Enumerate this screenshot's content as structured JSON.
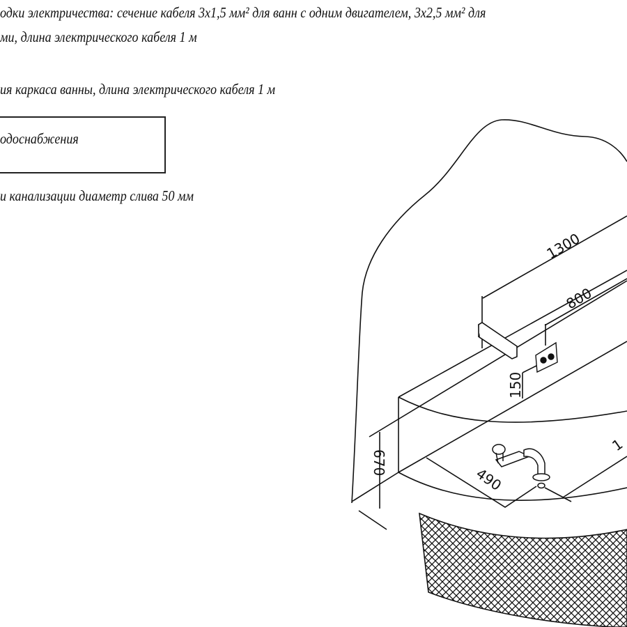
{
  "notes": {
    "line1": "одки электричества: сечение кабеля 3х1,5 мм² для ванн с одним двигателем, 3х2,5 мм² для",
    "line2": "ми, длина электрического кабеля 1 м",
    "line3": "ия каркаса ванны, длина электрического кабеля 1 м",
    "boxed": "одоснабжения",
    "line4": "и канализации диаметр слива 50 мм"
  },
  "dimensions": {
    "length": "1300",
    "spout_offset": "800",
    "control_height": "150",
    "height": "670",
    "drain_offset": "490",
    "partial": "1"
  },
  "colors": {
    "line": "#111111",
    "background": "#ffffff"
  }
}
